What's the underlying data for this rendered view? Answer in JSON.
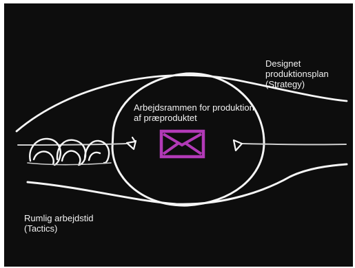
{
  "labels": {
    "strategy": "Designet\nproduktionsplan\n(Strategy)",
    "center": "Arbejdsrammen for produktion af præproduktet",
    "tactics": "Rumlig arbejdstid\n(Tactics)"
  },
  "icons": {
    "central_envelope": "envelope-icon"
  },
  "colors": {
    "board": "#0d0d0d",
    "chalk": "#f6f6f6",
    "envelope": "#b23ab7"
  }
}
